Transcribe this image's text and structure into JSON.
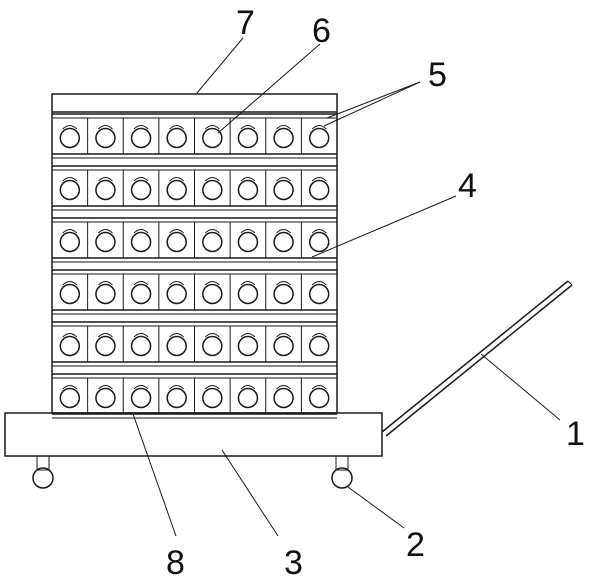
{
  "diagram": {
    "labels": {
      "handle": "1",
      "wheel": "2",
      "base": "3",
      "shelf": "4",
      "partition": "5",
      "cell": "6",
      "top": "7",
      "bottom_rail": "8"
    }
  }
}
